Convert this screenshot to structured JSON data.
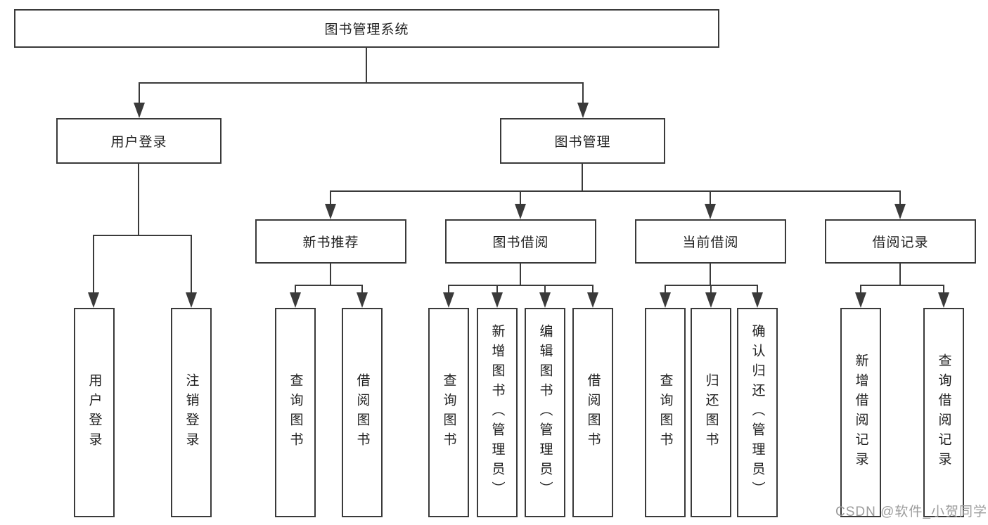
{
  "tree": {
    "root": {
      "label": "图书管理系统"
    },
    "branches": [
      {
        "label": "用户登录",
        "leaves": [
          {
            "label": "用户登录"
          },
          {
            "label": "注销登录"
          }
        ]
      },
      {
        "label": "图书管理",
        "groups": [
          {
            "label": "新书推荐",
            "leaves": [
              {
                "label": "查询图书"
              },
              {
                "label": "借阅图书"
              }
            ]
          },
          {
            "label": "图书借阅",
            "leaves": [
              {
                "label": "查询图书"
              },
              {
                "label": "新增图书（管理员）"
              },
              {
                "label": "编辑图书（管理员）"
              },
              {
                "label": "借阅图书"
              }
            ]
          },
          {
            "label": "当前借阅",
            "leaves": [
              {
                "label": "查询图书"
              },
              {
                "label": "归还图书"
              },
              {
                "label": "确认归还（管理员）"
              }
            ]
          },
          {
            "label": "借阅记录",
            "leaves": [
              {
                "label": "新增借阅记录"
              },
              {
                "label": "查询借阅记录"
              }
            ]
          }
        ]
      }
    ]
  },
  "watermark": {
    "text": "CSDN @软件_小贺同学",
    "color": "#9c9c9c"
  },
  "colors": {
    "line": "#3a3a3a",
    "text": "#1f1f1f",
    "background": "#ffffff"
  }
}
